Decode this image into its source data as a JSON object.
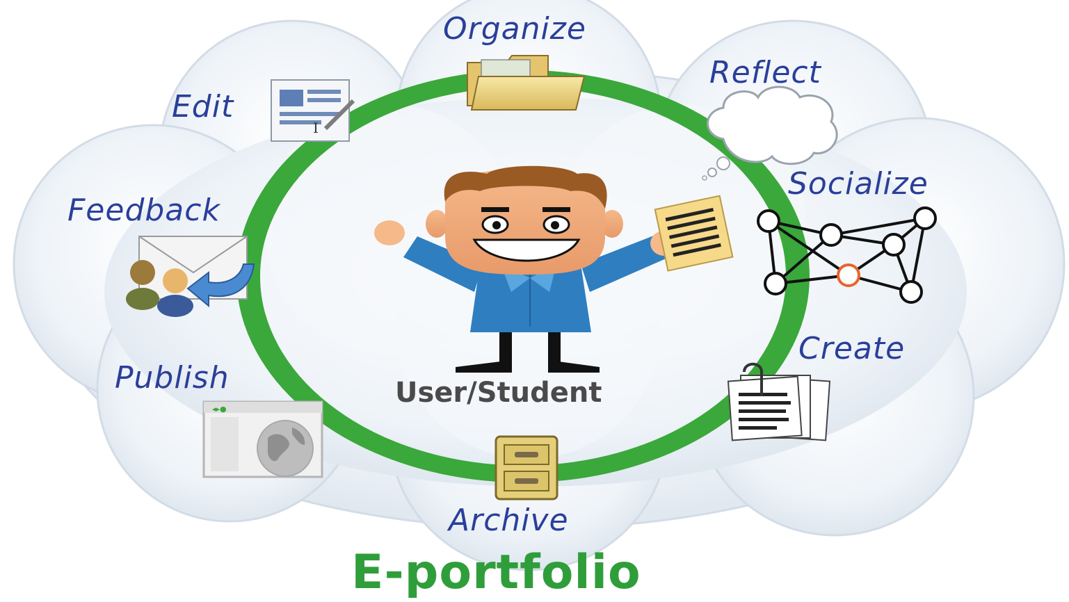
{
  "title": "E-portfolio",
  "center": {
    "label": "User/Student"
  },
  "activities": {
    "organize": "Organize",
    "reflect": "Reflect",
    "edit": "Edit",
    "socialize": "Socialize",
    "feedback": "Feedback",
    "create": "Create",
    "publish": "Publish",
    "archive": "Archive"
  },
  "colors": {
    "ring": "#3aa83a",
    "label_text": "#2a3f9a",
    "title_text": "#2f9e3a",
    "cloud": "#e6edf5"
  },
  "icons": [
    "folder-icon",
    "thought-bubble-icon",
    "document-edit-icon",
    "social-network-icon",
    "mail-feedback-icon",
    "documents-clip-icon",
    "web-browser-globe-icon",
    "file-cabinet-icon"
  ]
}
